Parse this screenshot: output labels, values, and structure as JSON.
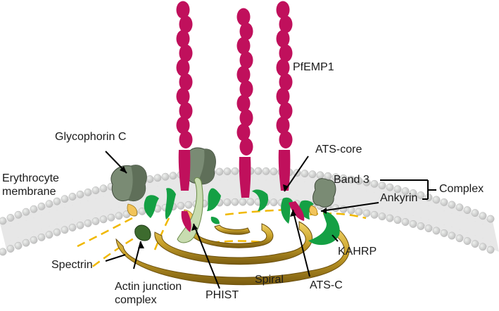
{
  "labels": {
    "pfemp1": "PfEMP1",
    "glycophorin_c": "Glycophorin C",
    "ats_core": "ATS-core",
    "erythrocyte_membrane": "Erythrocyte\nmembrane",
    "band3": "Band 3",
    "ankyrin": "Ankyrin",
    "complex": "Complex",
    "kahrp": "KAHRP",
    "spectrin": "Spectrin",
    "actin_junction_complex": "Actin junction\ncomplex",
    "phist": "PHIST",
    "spiral": "Spiral",
    "ats_c": "ATS-C"
  },
  "colors": {
    "pfemp1": "#c0105c",
    "membrane": "#d6d6d6",
    "glycophorin": "#6f7f6a",
    "band3": "#7a8b74",
    "kahrp": "#14a044",
    "spiral": "#c9a22a",
    "phist": "#c8dcb0",
    "spectrin": "#f0b800",
    "actin": "#3d6b2e",
    "ankyrin": "#f2c45a"
  }
}
